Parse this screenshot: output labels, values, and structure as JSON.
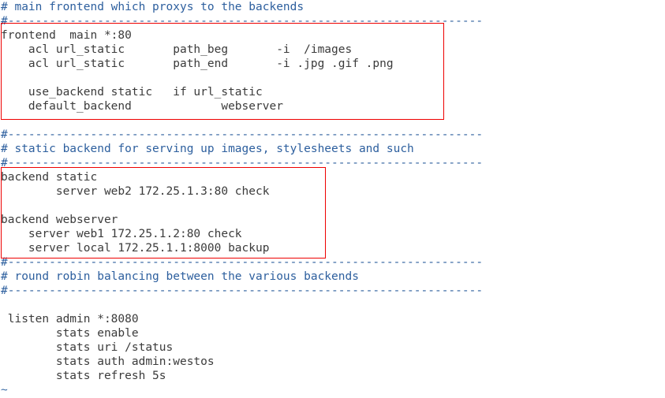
{
  "editor": {
    "file_type": "haproxy-config",
    "empty_line_marker": "~",
    "colors": {
      "comment": "#2d5f9e",
      "code": "#3b3b3b",
      "highlight_box": "#ee0000",
      "background": "#ffffff"
    }
  },
  "lines": [
    {
      "id": "l1",
      "kind": "comment",
      "text": "# main frontend which proxys to the backends"
    },
    {
      "id": "l2",
      "kind": "comment",
      "text": "#---------------------------------------------------------------------"
    },
    {
      "id": "l3",
      "kind": "code",
      "text": "frontend  main *:80"
    },
    {
      "id": "l4",
      "kind": "code",
      "text": "    acl url_static       path_beg       -i  /images"
    },
    {
      "id": "l5",
      "kind": "code",
      "text": "    acl url_static       path_end       -i .jpg .gif .png"
    },
    {
      "id": "l6",
      "kind": "code",
      "text": ""
    },
    {
      "id": "l7",
      "kind": "code",
      "text": "    use_backend static   if url_static"
    },
    {
      "id": "l8",
      "kind": "code",
      "text": "    default_backend             webserver"
    },
    {
      "id": "l9",
      "kind": "code",
      "text": ""
    },
    {
      "id": "l10",
      "kind": "comment",
      "text": "#---------------------------------------------------------------------"
    },
    {
      "id": "l11",
      "kind": "comment",
      "text": "# static backend for serving up images, stylesheets and such"
    },
    {
      "id": "l12",
      "kind": "comment",
      "text": "#---------------------------------------------------------------------"
    },
    {
      "id": "l13",
      "kind": "code",
      "text": "backend static"
    },
    {
      "id": "l14",
      "kind": "code",
      "text": "        server web2 172.25.1.3:80 check"
    },
    {
      "id": "l15",
      "kind": "code",
      "text": ""
    },
    {
      "id": "l16",
      "kind": "code",
      "text": "backend webserver"
    },
    {
      "id": "l17",
      "kind": "code",
      "text": "    server web1 172.25.1.2:80 check"
    },
    {
      "id": "l18",
      "kind": "code",
      "text": "    server local 172.25.1.1:8000 backup"
    },
    {
      "id": "l19",
      "kind": "comment",
      "text": "#---------------------------------------------------------------------"
    },
    {
      "id": "l20",
      "kind": "comment",
      "text": "# round robin balancing between the various backends"
    },
    {
      "id": "l21",
      "kind": "comment",
      "text": "#---------------------------------------------------------------------"
    },
    {
      "id": "l22",
      "kind": "code",
      "text": ""
    },
    {
      "id": "l23",
      "kind": "code",
      "text": " listen admin *:8080"
    },
    {
      "id": "l24",
      "kind": "code",
      "text": "        stats enable"
    },
    {
      "id": "l25",
      "kind": "code",
      "text": "        stats uri /status"
    },
    {
      "id": "l26",
      "kind": "code",
      "text": "        stats auth admin:westos"
    },
    {
      "id": "l27",
      "kind": "code",
      "text": "        stats refresh 5s"
    },
    {
      "id": "l28",
      "kind": "tilde",
      "text": "~"
    }
  ],
  "annotations": [
    {
      "id": "box-frontend",
      "label": "frontend-main-block-highlight"
    },
    {
      "id": "box-backends",
      "label": "backend-blocks-highlight"
    }
  ]
}
